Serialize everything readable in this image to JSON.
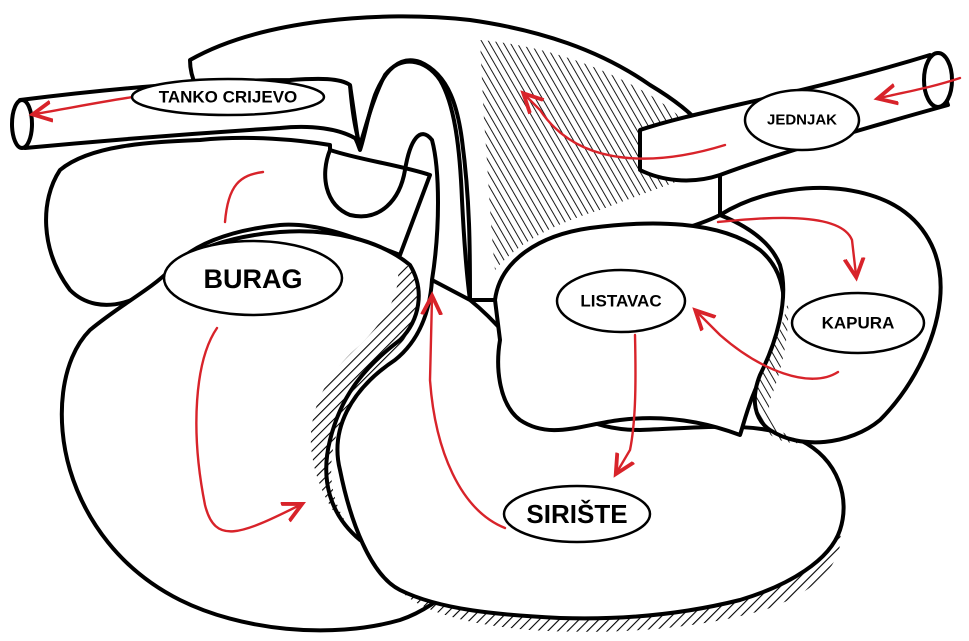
{
  "colors": {
    "flow_arrow": "#d8232a",
    "outline": "#000000",
    "fill": "#ffffff"
  },
  "labels": {
    "tanko_crijevo": "TANKO CRIJEVO",
    "jednjak": "JEDNJAK",
    "burag": "BURAG",
    "listavac": "LISTAVAC",
    "kapura": "KAPURA",
    "siriste": "SIRIŠTE"
  }
}
